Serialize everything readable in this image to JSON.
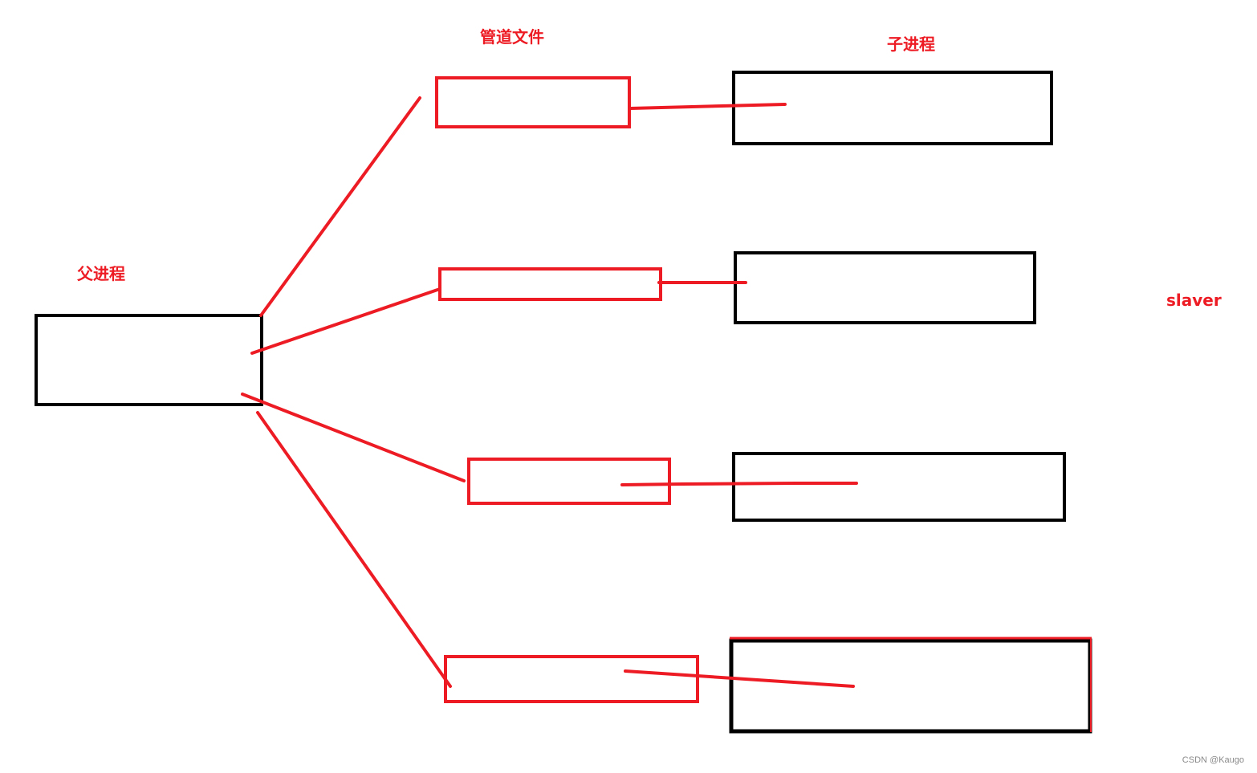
{
  "labels": {
    "parent": "父进程",
    "pipe": "管道文件",
    "child": "子进程",
    "slaver": "slaver"
  },
  "watermark": "CSDN @Kaugo",
  "colors": {
    "red": "#ed1c24",
    "black": "#000000",
    "background": "#ffffff"
  }
}
